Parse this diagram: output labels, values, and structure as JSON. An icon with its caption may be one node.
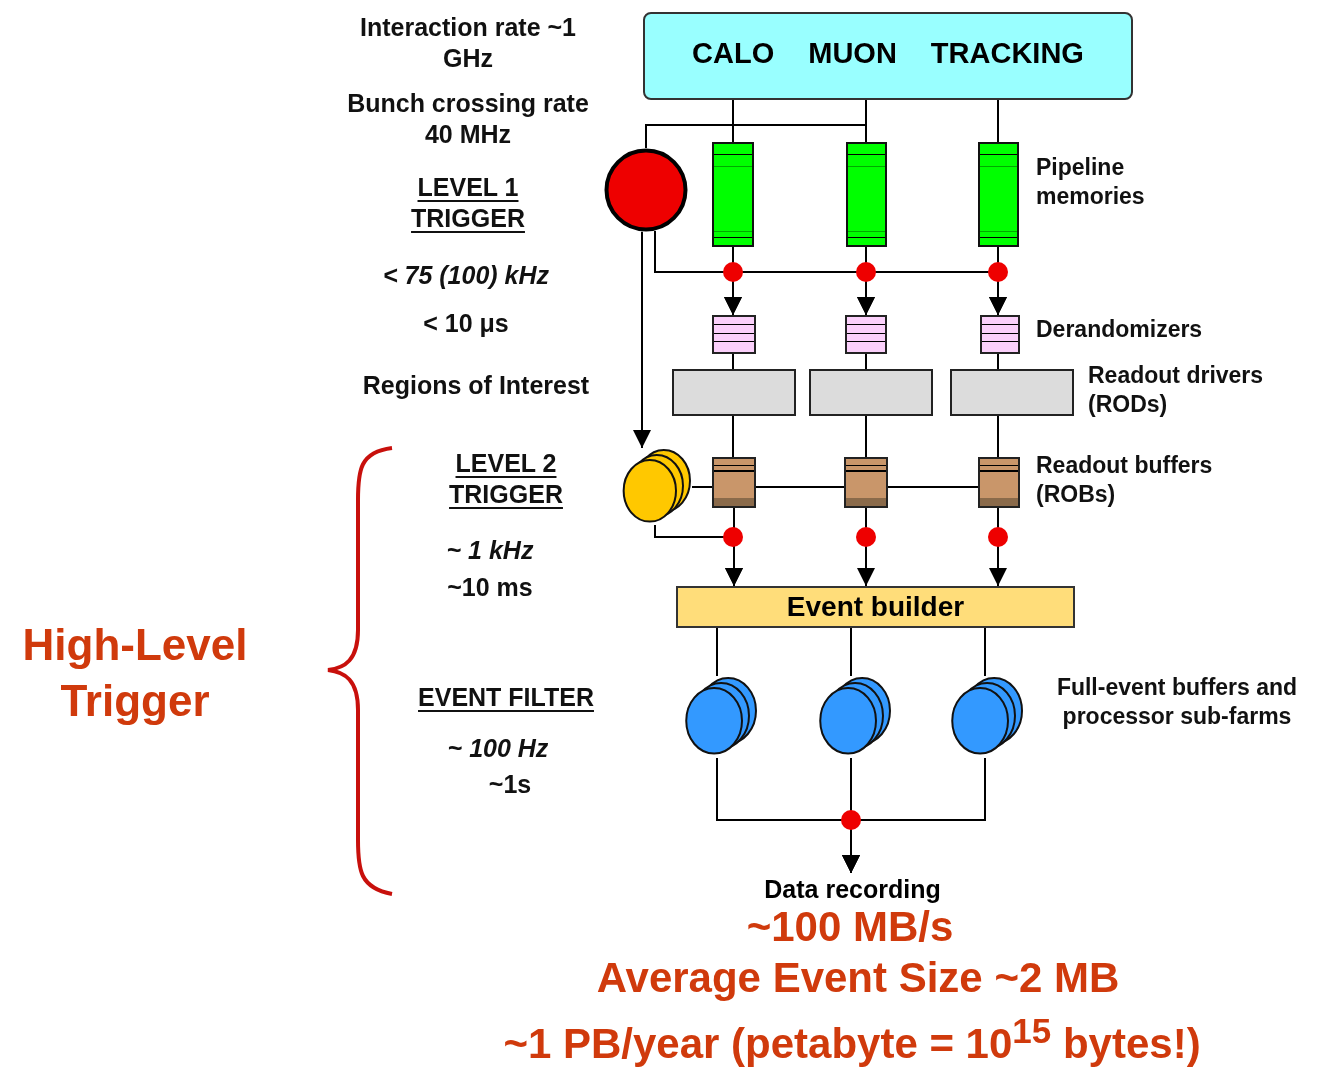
{
  "diagram": {
    "nodes": [
      {
        "text": [
          "CALO",
          "MUON",
          "TRACKING"
        ]
      },
      {
        "text": [],
        "shape": "circle"
      },
      {
        "text": [],
        "shape": "bar"
      },
      {
        "text": [],
        "shape": "bar"
      },
      {
        "text": [],
        "shape": "bar"
      },
      {
        "text": [],
        "shape": "box"
      },
      {
        "text": [],
        "shape": "box"
      },
      {
        "text": [],
        "shape": "box"
      },
      {
        "text": [],
        "shape": "box"
      },
      {
        "text": [],
        "shape": "box"
      },
      {
        "text": [],
        "shape": "box"
      },
      {
        "text": [],
        "shape": "circle"
      },
      {
        "text": [],
        "shape": "box"
      },
      {
        "text": [],
        "shape": "box"
      },
      {
        "text": [],
        "shape": "box"
      },
      {
        "text": [
          "Event builder"
        ]
      },
      {
        "text": [],
        "shape": "circle"
      },
      {
        "text": [],
        "shape": "circle"
      },
      {
        "text": [],
        "shape": "circle"
      },
      {
        "text": [
          "Data recording"
        ]
      }
    ],
    "edges": [
      {
        "from": 0,
        "to": 2,
        "arrow": "none"
      },
      {
        "from": 0,
        "to": 3,
        "arrow": "none"
      },
      {
        "from": 0,
        "to": 4,
        "arrow": "none"
      },
      {
        "from": 0,
        "to": 1,
        "arrow": "none"
      },
      {
        "from": 2,
        "to": 5,
        "arrow": "to"
      },
      {
        "from": 3,
        "to": 6,
        "arrow": "to"
      },
      {
        "from": 4,
        "to": 7,
        "arrow": "to"
      },
      {
        "from": 1,
        "to": 5,
        "arrow": "to"
      },
      {
        "from": 1,
        "to": 6,
        "arrow": "to"
      },
      {
        "from": 1,
        "to": 7,
        "arrow": "to"
      },
      {
        "from": 5,
        "to": 8,
        "arrow": "none"
      },
      {
        "from": 6,
        "to": 9,
        "arrow": "none"
      },
      {
        "from": 7,
        "to": 10,
        "arrow": "none"
      },
      {
        "from": 8,
        "to": 12,
        "arrow": "none"
      },
      {
        "from": 9,
        "to": 13,
        "arrow": "none"
      },
      {
        "from": 10,
        "to": 14,
        "arrow": "none"
      },
      {
        "from": 1,
        "to": 11,
        "arrow": "to"
      },
      {
        "from": 11,
        "to": 12,
        "arrow": "none"
      },
      {
        "from": 12,
        "to": 13,
        "arrow": "none"
      },
      {
        "from": 13,
        "to": 14,
        "arrow": "none"
      },
      {
        "from": 12,
        "to": 15,
        "arrow": "to"
      },
      {
        "from": 13,
        "to": 15,
        "arrow": "to"
      },
      {
        "from": 14,
        "to": 15,
        "arrow": "to"
      },
      {
        "from": 11,
        "to": 15,
        "arrow": "to"
      },
      {
        "from": 15,
        "to": 16,
        "arrow": "none"
      },
      {
        "from": 15,
        "to": 17,
        "arrow": "none"
      },
      {
        "from": 15,
        "to": 18,
        "arrow": "none"
      },
      {
        "from": 16,
        "to": 19,
        "arrow": "to"
      },
      {
        "from": 17,
        "to": 19,
        "arrow": "to"
      },
      {
        "from": 18,
        "to": 19,
        "arrow": "to"
      }
    ],
    "labels": [
      "Interaction rate ~1 GHz",
      "Bunch crossing rate 40 MHz",
      "LEVEL 1 TRIGGER",
      "< 75 (100) kHz",
      "< 10 μs",
      "Regions of Interest",
      "Pipeline memories",
      "Derandomizers",
      "Readout drivers (RODs)",
      "Readout buffers (ROBs)",
      "LEVEL 2 TRIGGER",
      "~ 1 kHz",
      "~10 ms",
      "High-Level Trigger",
      "EVENT FILTER",
      "~ 100 Hz",
      "~1s",
      "Full-event buffers and processor sub-farms",
      "~100 MB/s",
      "Average Event Size ~2 MB",
      "~1 PB/year (petabyte = 10$^{15}$ bytes!)"
    ]
  }
}
